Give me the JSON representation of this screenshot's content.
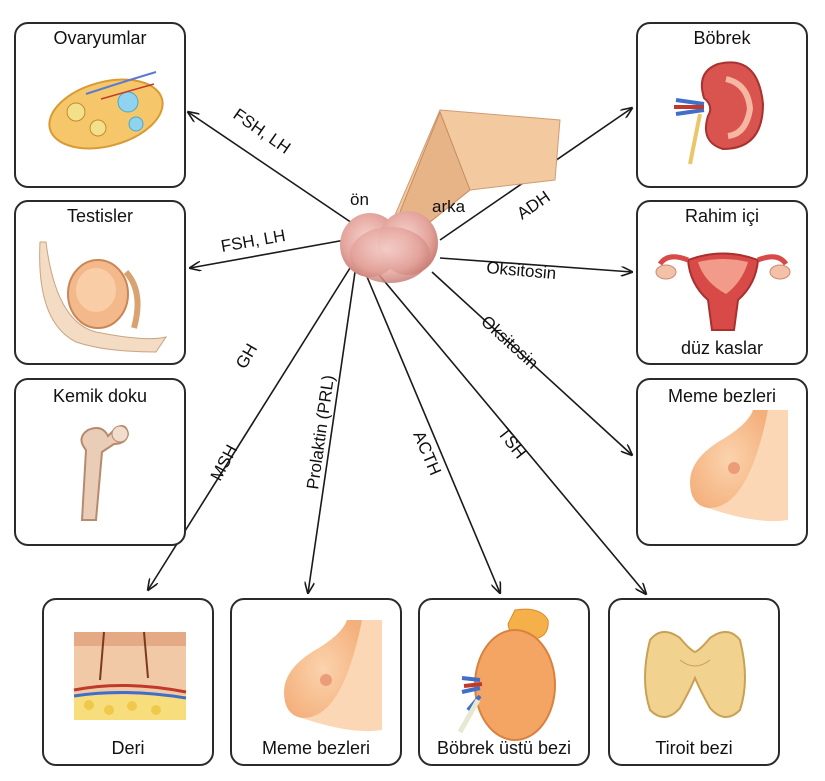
{
  "gland_labels": {
    "front": "ön",
    "back": "arka"
  },
  "organs": {
    "ovaries": "Ovaryumlar",
    "testes": "Testisler",
    "bone": "Kemik doku",
    "skin": "Deri",
    "breast_bottom": "Meme bezleri",
    "adrenal": "Böbrek üstü bezi",
    "thyroid": "Tiroit bezi",
    "kidney": "Böbrek",
    "uterus_top": "Rahim içi",
    "uterus_bottom": "düz kaslar",
    "breast_right": "Meme bezleri"
  },
  "hormones": {
    "ovaries": "FSH, LH",
    "testes": "FSH, LH",
    "gh": "GH",
    "msh": "MSH",
    "prl": "Prolaktin (PRL)",
    "acth": "ACTH",
    "tsh": "TSH",
    "adh": "ADH",
    "oxytocin_uterus": "Oksitosin",
    "oxytocin_breast": "Oksitosin"
  },
  "colors": {
    "line": "#1a1a1a",
    "skin": "#f2c49c",
    "pituitary": "#e7a9a2"
  }
}
